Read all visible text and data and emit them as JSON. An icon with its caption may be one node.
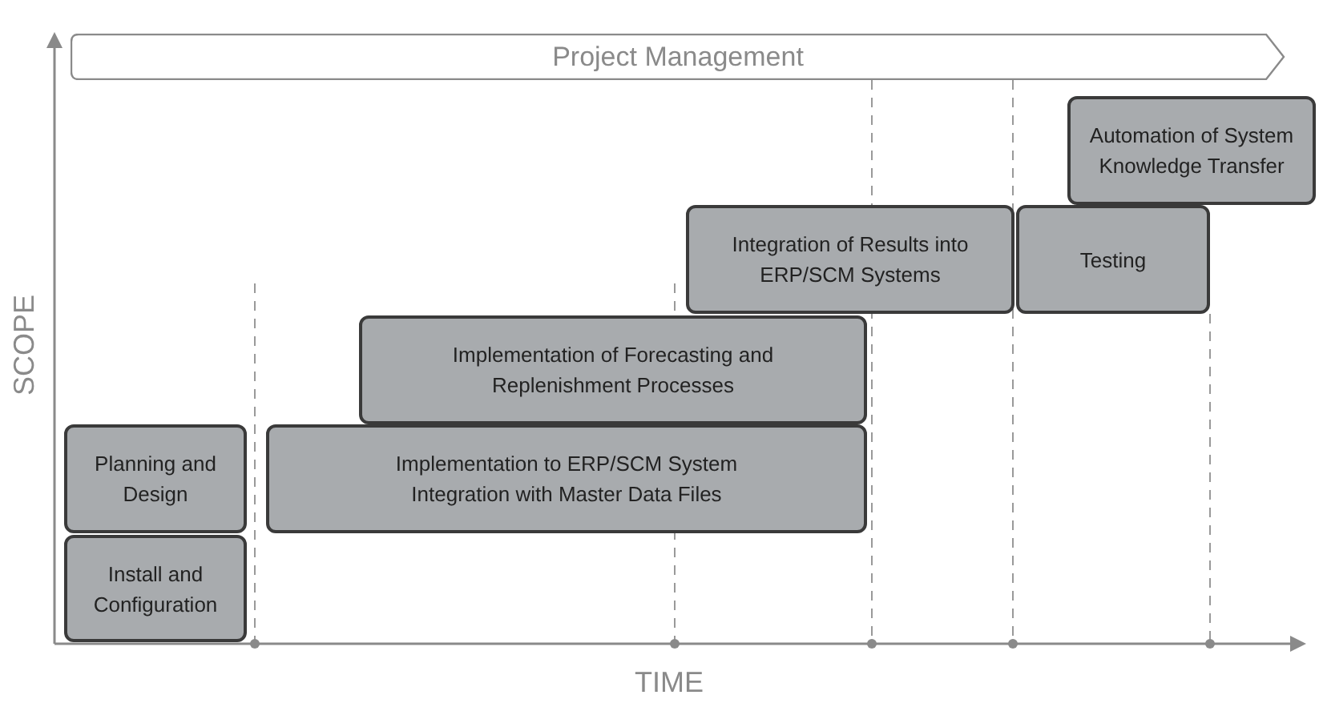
{
  "diagram": {
    "nodes": [
      {
        "text": [
          "Project Management"
        ]
      },
      {
        "text": [
          "Automation of System Knowledge Transfer"
        ]
      },
      {
        "text": [
          "Integration of Results into ERP/SCM Systems"
        ]
      },
      {
        "text": [
          "Testing"
        ]
      },
      {
        "text": [
          "Implementation of Forecasting and Replenishment Processes"
        ]
      },
      {
        "text": [
          "Planning and Design"
        ]
      },
      {
        "text": [
          "Implementation to ERP/SCM System Integration with Master Data Files"
        ]
      },
      {
        "text": [
          "Install and Configuration"
        ]
      }
    ],
    "labels": [
      "SCOPE",
      "TIME"
    ]
  }
}
